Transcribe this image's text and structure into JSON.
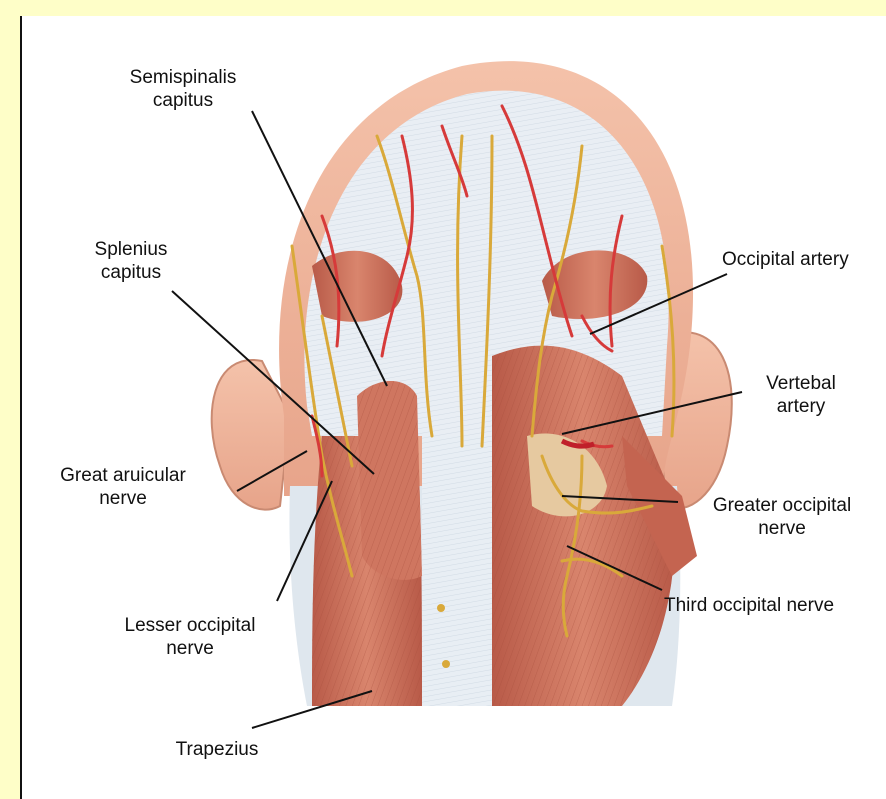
{
  "labels": {
    "semispinalis": [
      "Semispinalis",
      "capitus"
    ],
    "splenius": [
      "Splenius",
      "capitus"
    ],
    "great_auricular": [
      "Great aruicular",
      "nerve"
    ],
    "lesser_occipital": [
      "Lesser occipital",
      "nerve"
    ],
    "trapezius": "Trapezius",
    "occipital_artery": "Occipital artery",
    "vertebral_artery": [
      "Vertebal",
      "artery"
    ],
    "greater_occipital": [
      "Greater occipital",
      "nerve"
    ],
    "third_occipital": "Third occipital nerve"
  },
  "colors": {
    "page_background": "#fefec8",
    "panel_background": "#ffffff",
    "skin": "#f2b8a0",
    "muscle": "#c96a55",
    "muscle_light": "#dc8a72",
    "fascia": "#e6ecf2",
    "nerve": "#d9a93a",
    "artery": "#d63a3a",
    "leader_line": "#111111"
  },
  "figure": {
    "subject": "posterior-head-neck-anatomy-illustration"
  }
}
